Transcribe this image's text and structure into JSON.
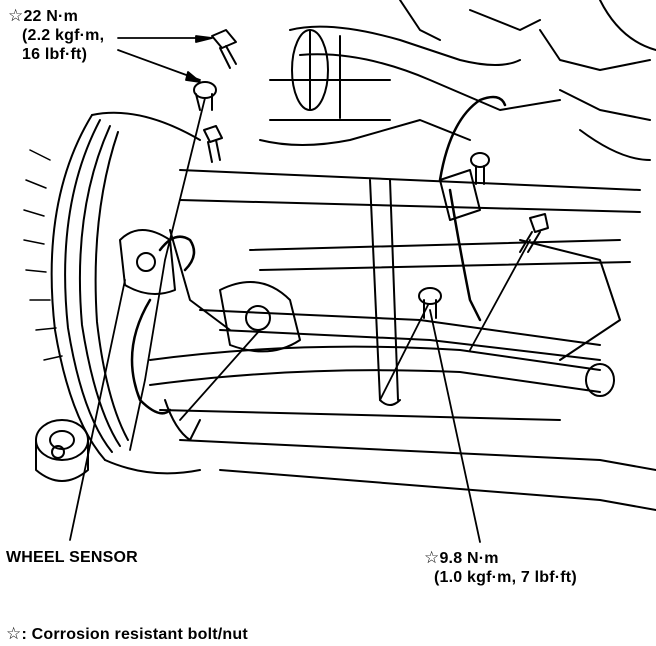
{
  "colors": {
    "ink": "#000000",
    "paper": "#ffffff"
  },
  "labels": {
    "torque_upper": {
      "symbol": "☆",
      "value": "22 N·m",
      "metric": "(2.2 kgf·m,",
      "imperial": "16 lbf·ft)"
    },
    "wheel_sensor": "WHEEL SENSOR",
    "torque_lower": {
      "symbol": "☆",
      "value": "9.8 N·m",
      "detail": "(1.0 kgf·m, 7 lbf·ft)"
    },
    "legend": {
      "symbol": "☆",
      "text": ": Corrosion resistant bolt/nut"
    }
  }
}
